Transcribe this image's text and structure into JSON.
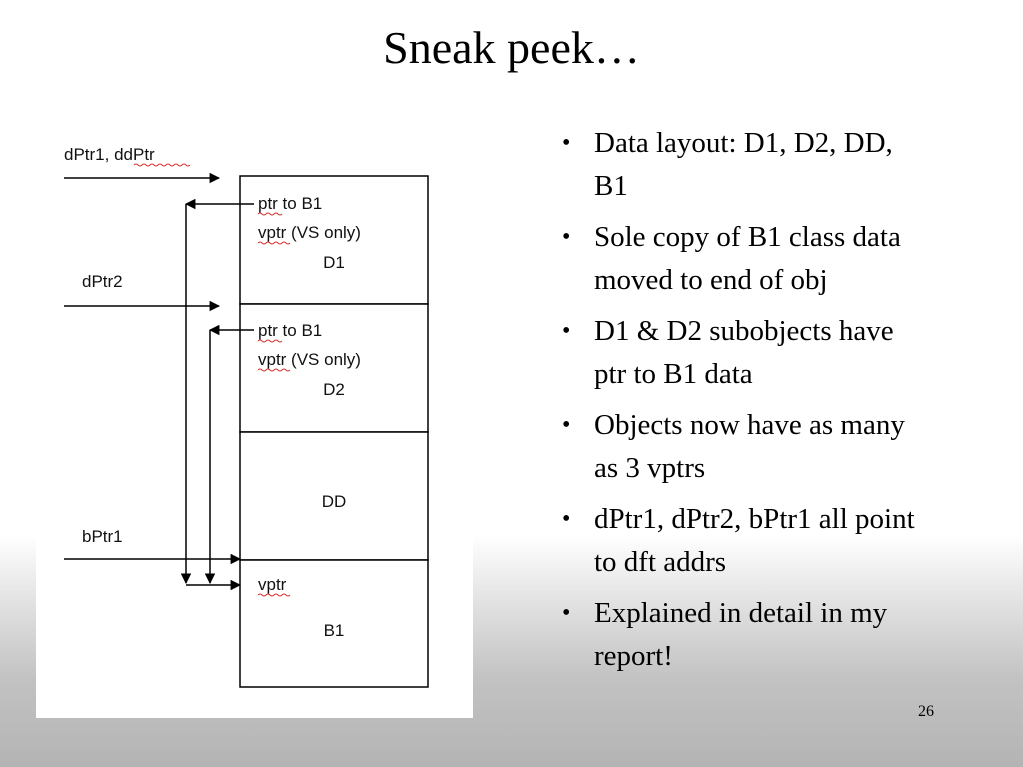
{
  "slide": {
    "title": "Sneak peek…",
    "page_number": "26"
  },
  "diagram": {
    "pointer_labels": {
      "dptr1_ddptr": "dPtr1, ddPtr",
      "dptr2": "dPtr2",
      "bptr1": "bPtr1"
    },
    "blocks": {
      "d1": {
        "line1": "ptr to B1",
        "line2": "vptr (VS only)",
        "name": "D1"
      },
      "d2": {
        "line1": "ptr to B1",
        "line2": "vptr (VS only)",
        "name": "D2"
      },
      "dd": {
        "name": "DD"
      },
      "b1": {
        "line1": "vptr",
        "name": "B1"
      }
    }
  },
  "bullets": [
    "Data layout: D1, D2, DD, B1",
    "Sole copy of B1 class data moved to end of obj",
    "D1 & D2 subobjects have ptr to B1 data",
    "Objects now have as many as 3 vptrs",
    "dPtr1, dPtr2, bPtr1 all point to dft addrs",
    "Explained in detail in my report!"
  ]
}
